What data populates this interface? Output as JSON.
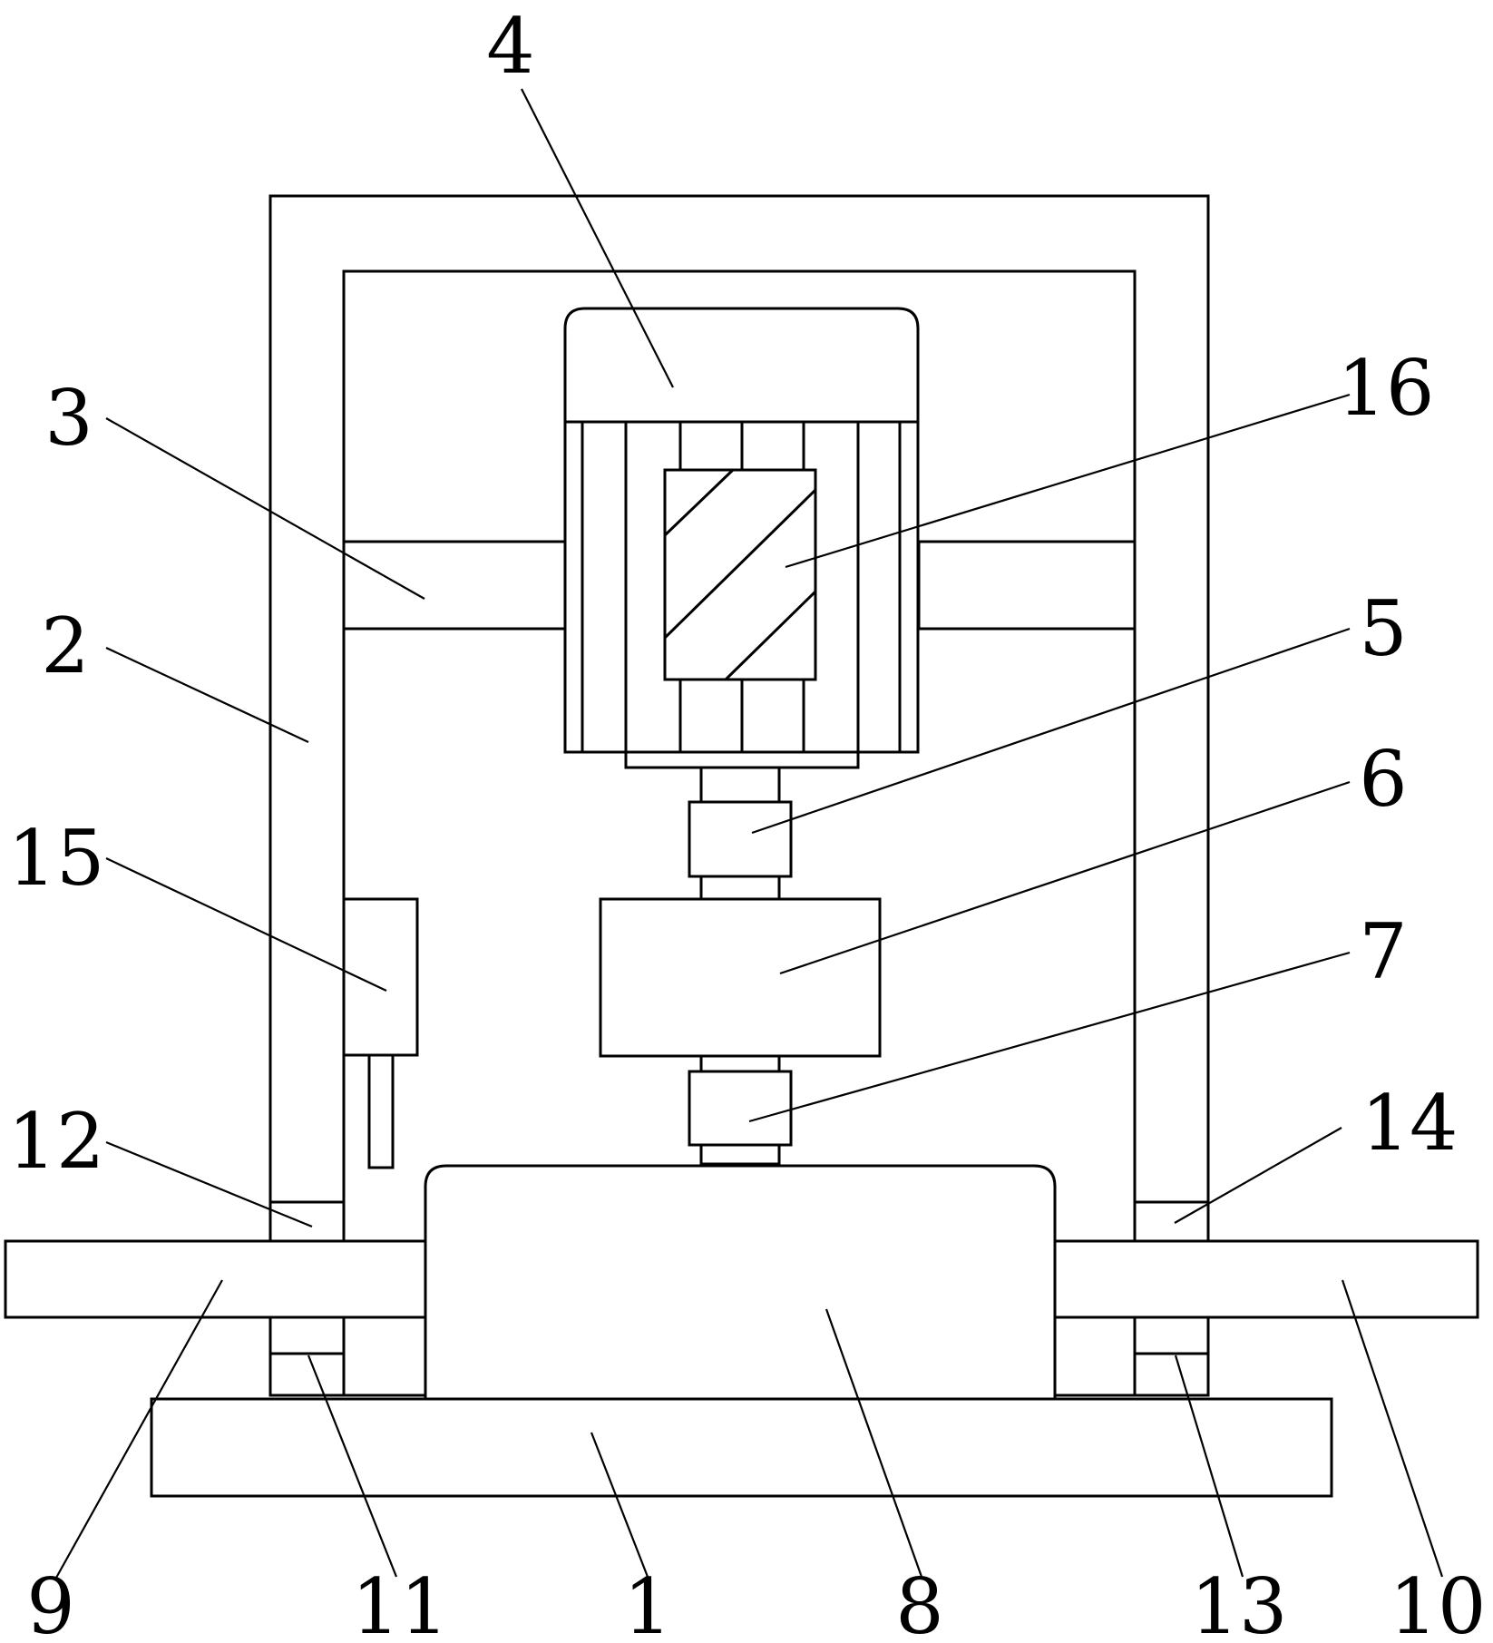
{
  "figure": {
    "labels": {
      "base": "1",
      "frame_outer": "2",
      "crossbar": "3",
      "motor": "4",
      "upper_coupling": "5",
      "gearbox": "6",
      "lower_coupling": "7",
      "main_body": "8",
      "left_arm": "9",
      "right_arm": "10",
      "left_lower_block": "11",
      "left_upper_block": "12",
      "right_lower_block": "13",
      "right_upper_block": "14",
      "switch_box": "15",
      "motor_window": "16"
    },
    "colors": {
      "stroke": "#000000",
      "background": "#ffffff"
    }
  }
}
